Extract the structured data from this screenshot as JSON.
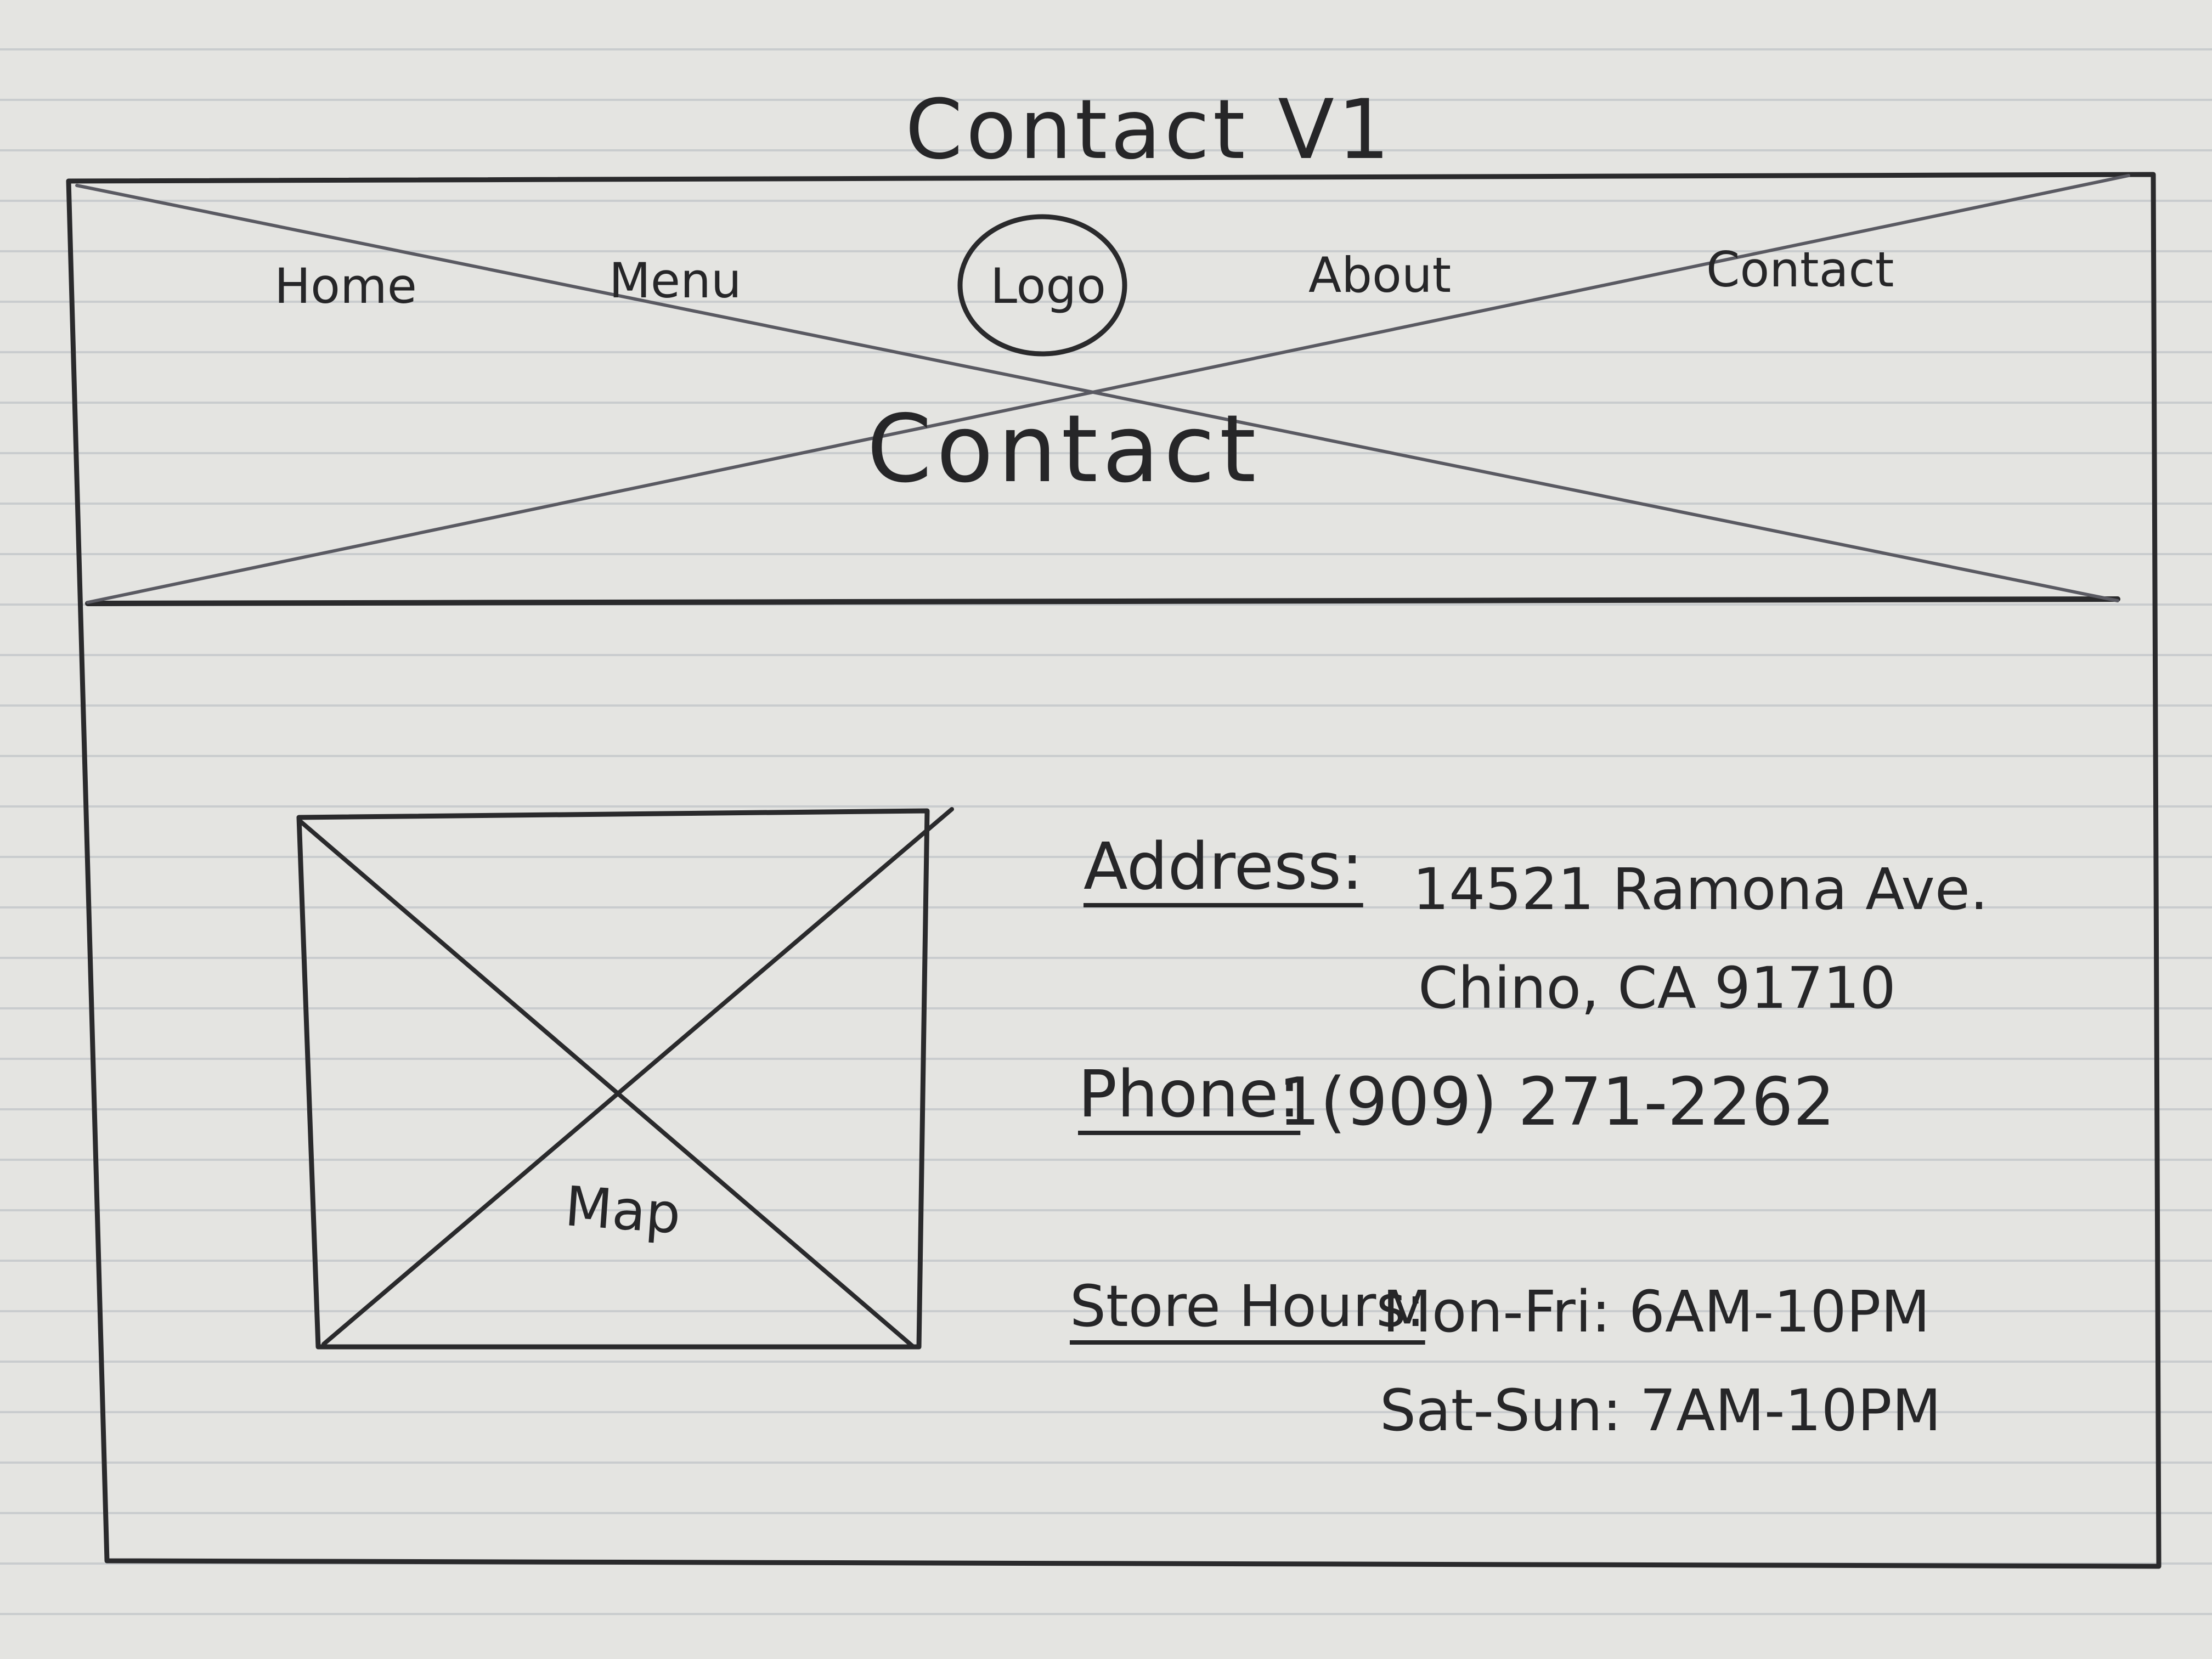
{
  "title": "Contact V1",
  "header": {
    "nav": {
      "home": "Home",
      "menu": "Menu",
      "logo": "Logo",
      "about": "About",
      "contact": "Contact"
    },
    "hero_title": "Contact"
  },
  "map": {
    "label": "Map"
  },
  "contact_info": {
    "address_label": "Address:",
    "address_line1": "14521 Ramona Ave.",
    "address_line2": "Chino, CA 91710",
    "phone_label": "Phone:",
    "phone_value": "1(909) 271-2262",
    "hours_label": "Store Hours:",
    "hours_weekday": "Mon-Fri: 6AM-10PM",
    "hours_weekend": "Sat-Sun: 7AM-10PM"
  },
  "colors": {
    "ink": "#262628",
    "paper": "#e4e4e1",
    "rule_lines": "#969eaa"
  }
}
